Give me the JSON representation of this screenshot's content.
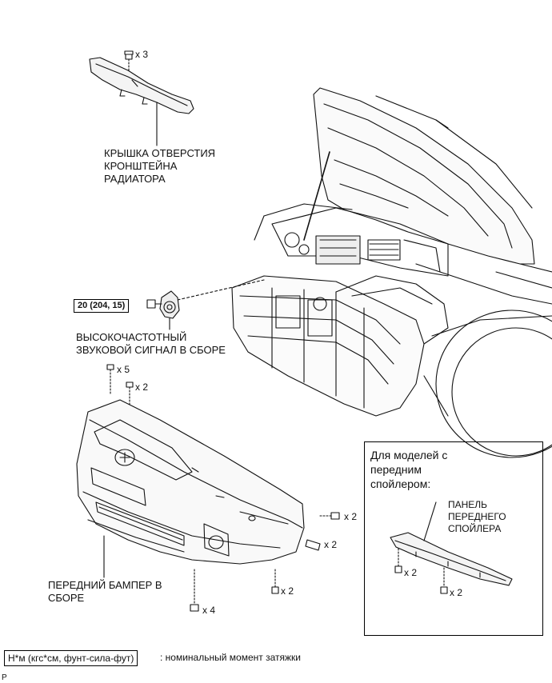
{
  "labels": {
    "radiator_cover": [
      "КРЫШКА ОТВЕРСТИЯ",
      "КРОНШТЕЙНА",
      "РАДИАТОРА"
    ],
    "horn": [
      "ВЫСОКОЧАСТОТНЫЙ",
      "ЗВУКОВОЙ СИГНАЛ В СБОРЕ"
    ],
    "bumper": [
      "ПЕРЕДНИЙ БАМПЕР В",
      "СБОРЕ"
    ],
    "spoiler_panel": [
      "ПАНЕЛЬ",
      "ПЕРЕДНЕГО",
      "СПОЙЛЕРА"
    ]
  },
  "quantities": {
    "top_clip": "x 3",
    "bumper_top_a": "x 5",
    "bumper_top_b": "x 2",
    "side_screw_a": "x 2",
    "side_screw_b": "x 2",
    "bottom_clip_right": "x 2",
    "bottom_clip_left": "x 4",
    "spoiler_left": "x 2",
    "spoiler_right": "x 2"
  },
  "torque": "20 (204, 15)",
  "inset_title": [
    "Для моделей с",
    "передним",
    "спойлером:"
  ],
  "legend": {
    "box": "Н*м (кгс*см, фунт-сила-фут)",
    "text": ": номинальный момент затяжки"
  },
  "corner_mark": "P"
}
